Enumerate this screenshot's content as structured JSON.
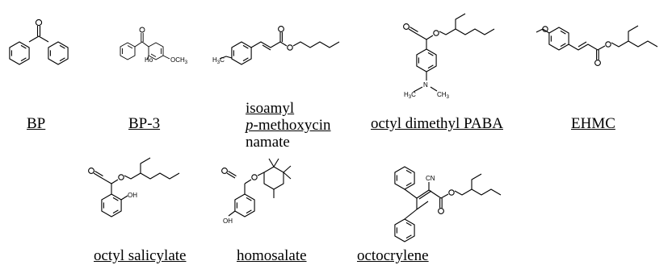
{
  "compounds": [
    {
      "id": "bp",
      "name": "BP"
    },
    {
      "id": "bp3",
      "name": "BP-3",
      "atoms": {
        "oh": "Ho",
        "ome": "OCH",
        "ome_sub": "3"
      }
    },
    {
      "id": "imc",
      "name_line1": "isoamyl",
      "name_line2_italic": "p",
      "name_line2_rest": "-methoxycin",
      "name_line3": "namate",
      "atoms": {
        "h3c": "H",
        "h3c_sub": "3",
        "h3c_c": "C"
      }
    },
    {
      "id": "odp",
      "name": "octyl dimethyl PABA",
      "atoms": {
        "h3c": "H",
        "h3c_sub": "3",
        "h3c_c": "C",
        "n": "N",
        "ch3": "CH",
        "ch3_sub": "3"
      }
    },
    {
      "id": "ehmc",
      "name": "EHMC"
    },
    {
      "id": "os",
      "name": "octyl salicylate",
      "atoms": {
        "oh": "OH"
      }
    },
    {
      "id": "hs",
      "name": "homosalate",
      "atoms": {
        "oh": "OH"
      }
    },
    {
      "id": "oc",
      "name": "octocrylene",
      "atoms": {
        "cn": "CN"
      }
    }
  ]
}
